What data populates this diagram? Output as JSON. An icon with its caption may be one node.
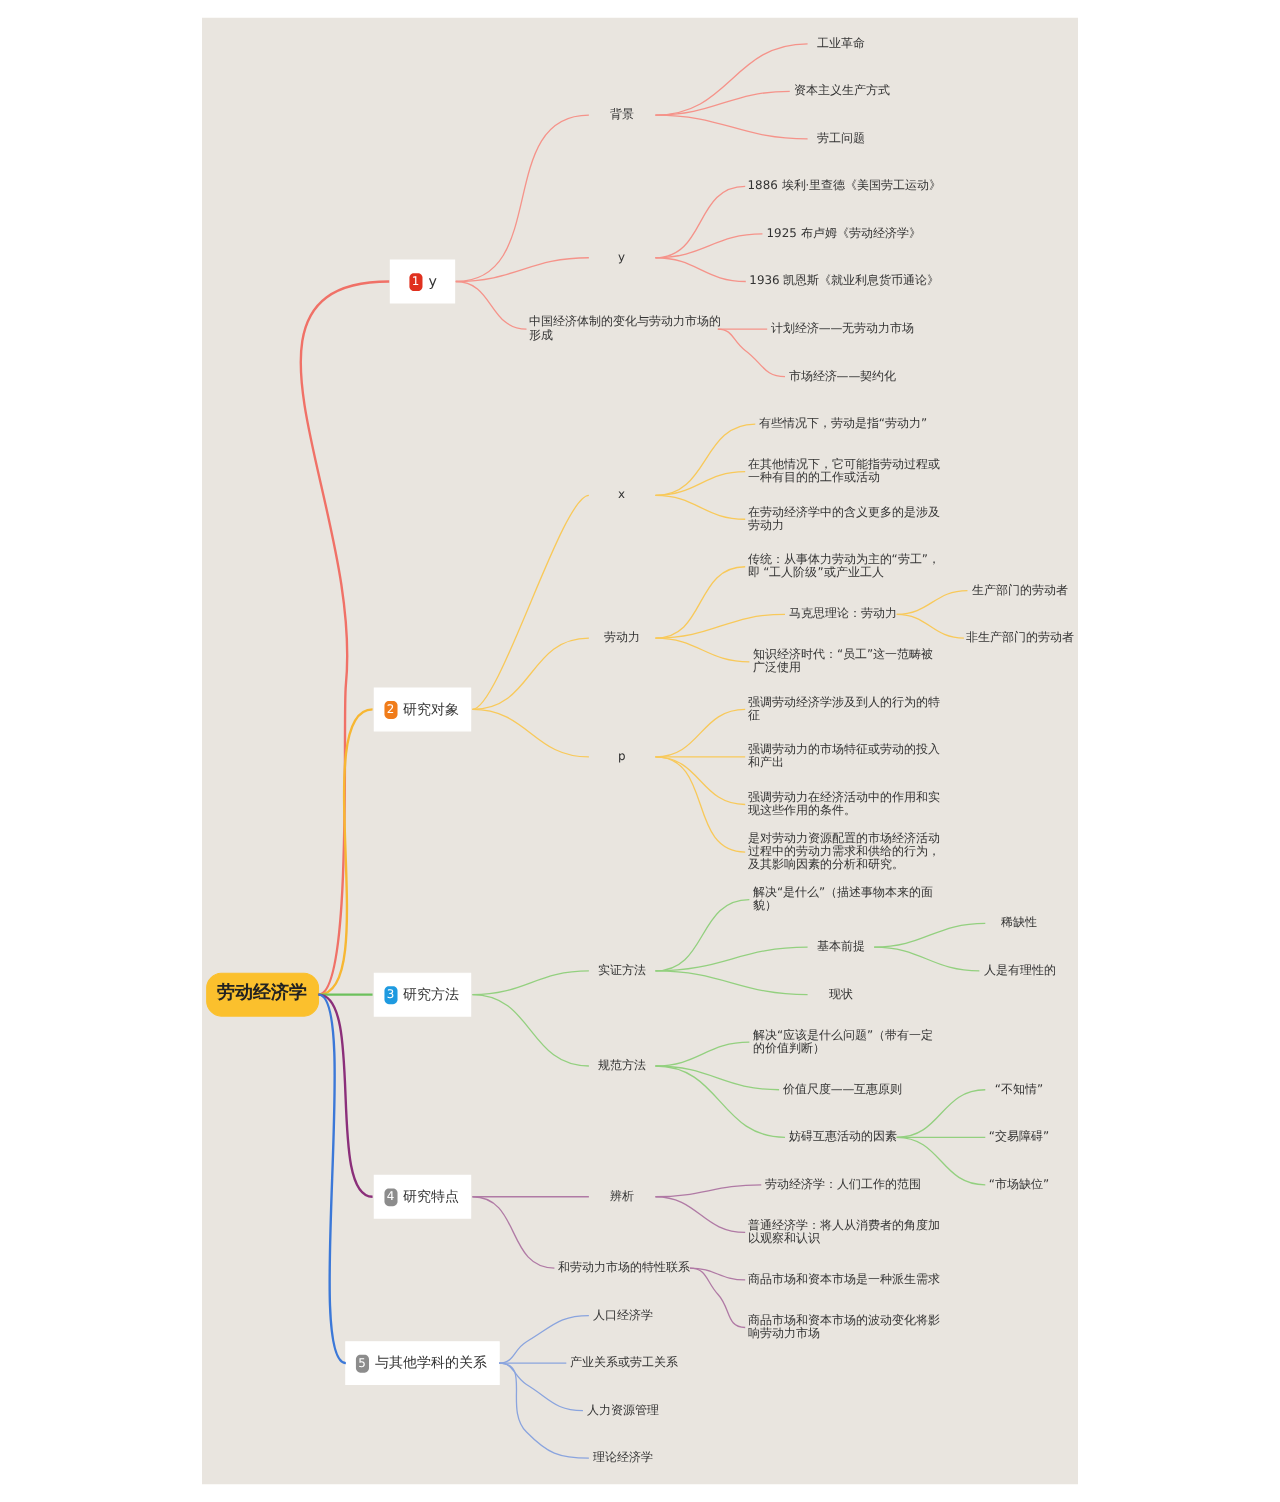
{
  "diagram": {
    "nodes": [
      {
        "text": [
          "劳动经济学"
        ]
      },
      {
        "text": [
          "1",
          "y"
        ]
      },
      {
        "text": [
          "背景"
        ]
      },
      {
        "text": [
          "工业革命"
        ]
      },
      {
        "text": [
          "资本主义生产方式"
        ]
      },
      {
        "text": [
          "劳工问题"
        ]
      },
      {
        "text": [
          "y"
        ]
      },
      {
        "text": [
          "1886 埃利·里查德《美国劳工运动》"
        ]
      },
      {
        "text": [
          "1925 布卢姆《劳动经济学》"
        ]
      },
      {
        "text": [
          "1936 凯恩斯《就业利息货币通论》"
        ]
      },
      {
        "text": [
          "中国经济体制的变化与劳动力市场的形成"
        ]
      },
      {
        "text": [
          "计划经济——无劳动力市场"
        ]
      },
      {
        "text": [
          "市场经济——契约化"
        ]
      },
      {
        "text": [
          "2",
          "研究对象"
        ]
      },
      {
        "text": [
          "x"
        ]
      },
      {
        "text": [
          "有些情况下，劳动是指“劳动力”"
        ]
      },
      {
        "text": [
          "在其他情况下，它可能指劳动过程或一种有目的的工作或活动"
        ]
      },
      {
        "text": [
          "在劳动经济学中的含义更多的是涉及劳动力"
        ]
      },
      {
        "text": [
          "劳动力"
        ]
      },
      {
        "text": [
          "传统：从事体力劳动为主的“劳工”，即 “工人阶级”或产业工人"
        ]
      },
      {
        "text": [
          "马克思理论：劳动力"
        ]
      },
      {
        "text": [
          "生产部门的劳动者"
        ]
      },
      {
        "text": [
          "非生产部门的劳动者"
        ]
      },
      {
        "text": [
          "知识经济时代：“员工”这一范畴被广泛使用"
        ]
      },
      {
        "text": [
          "p"
        ]
      },
      {
        "text": [
          "强调劳动经济学涉及到人的行为的特征"
        ]
      },
      {
        "text": [
          "强调劳动力的市场特征或劳动的投入和产出"
        ]
      },
      {
        "text": [
          "强调劳动力在经济活动中的作用和实现这些作用的条件。"
        ]
      },
      {
        "text": [
          "是对劳动力资源配置的市场经济活动过程中的劳动力需求和供给的行为，及其影响因素的分析和研究。"
        ]
      },
      {
        "text": [
          "3",
          "研究方法"
        ]
      },
      {
        "text": [
          "实证方法"
        ]
      },
      {
        "text": [
          "解决“是什么”（描述事物本来的面貌）"
        ]
      },
      {
        "text": [
          "基本前提"
        ]
      },
      {
        "text": [
          "稀缺性"
        ]
      },
      {
        "text": [
          "人是有理性的"
        ]
      },
      {
        "text": [
          "现状"
        ]
      },
      {
        "text": [
          "规范方法"
        ]
      },
      {
        "text": [
          "解决“应该是什么问题”（带有一定的价值判断）"
        ]
      },
      {
        "text": [
          "价值尺度——互惠原则"
        ]
      },
      {
        "text": [
          "妨碍互惠活动的因素"
        ]
      },
      {
        "text": [
          "“不知情”"
        ]
      },
      {
        "text": [
          "“交易障碍”"
        ]
      },
      {
        "text": [
          "“市场缺位”"
        ]
      },
      {
        "text": [
          "4",
          "研究特点"
        ]
      },
      {
        "text": [
          "辨析"
        ]
      },
      {
        "text": [
          "劳动经济学：人们工作的范围"
        ]
      },
      {
        "text": [
          "普通经济学：将人从消费者的角度加以观察和认识"
        ]
      },
      {
        "text": [
          "和劳动力市场的特性联系"
        ]
      },
      {
        "text": [
          "商品市场和资本市场是一种派生需求"
        ]
      },
      {
        "text": [
          "商品市场和资本市场的波动变化将影响劳动力市场"
        ]
      },
      {
        "text": [
          "5",
          "与其他学科的关系"
        ]
      },
      {
        "text": [
          "人口经济学"
        ]
      },
      {
        "text": [
          "产业关系或劳工关系"
        ]
      },
      {
        "text": [
          "人力资源管理"
        ]
      },
      {
        "text": [
          "理论经济学"
        ]
      }
    ],
    "edges": [
      {
        "from": 0,
        "to": 1,
        "arrow": "none",
        "color": "#f07167"
      },
      {
        "from": 1,
        "to": 2,
        "arrow": "none",
        "color": "#f5938a"
      },
      {
        "from": 2,
        "to": 3,
        "arrow": "none",
        "color": "#f5938a"
      },
      {
        "from": 2,
        "to": 4,
        "arrow": "none",
        "color": "#f5938a"
      },
      {
        "from": 2,
        "to": 5,
        "arrow": "none",
        "color": "#f5938a"
      },
      {
        "from": 1,
        "to": 6,
        "arrow": "none",
        "color": "#f5938a"
      },
      {
        "from": 6,
        "to": 7,
        "arrow": "none",
        "color": "#f5938a"
      },
      {
        "from": 6,
        "to": 8,
        "arrow": "none",
        "color": "#f5938a"
      },
      {
        "from": 6,
        "to": 9,
        "arrow": "none",
        "color": "#f5938a"
      },
      {
        "from": 1,
        "to": 10,
        "arrow": "none",
        "color": "#f5938a"
      },
      {
        "from": 10,
        "to": 11,
        "arrow": "none",
        "color": "#f5938a"
      },
      {
        "from": 10,
        "to": 12,
        "arrow": "none",
        "color": "#f5938a"
      },
      {
        "from": 0,
        "to": 13,
        "arrow": "none",
        "color": "#f7b733"
      },
      {
        "from": 13,
        "to": 14,
        "arrow": "none",
        "color": "#f8c95a"
      },
      {
        "from": 14,
        "to": 15,
        "arrow": "none",
        "color": "#f8c95a"
      },
      {
        "from": 14,
        "to": 16,
        "arrow": "none",
        "color": "#f8c95a"
      },
      {
        "from": 14,
        "to": 17,
        "arrow": "none",
        "color": "#f8c95a"
      },
      {
        "from": 13,
        "to": 18,
        "arrow": "none",
        "color": "#f8c95a"
      },
      {
        "from": 18,
        "to": 19,
        "arrow": "none",
        "color": "#f8c95a"
      },
      {
        "from": 18,
        "to": 20,
        "arrow": "none",
        "color": "#f8c95a"
      },
      {
        "from": 20,
        "to": 21,
        "arrow": "none",
        "color": "#f8c95a"
      },
      {
        "from": 20,
        "to": 22,
        "arrow": "none",
        "color": "#f8c95a"
      },
      {
        "from": 18,
        "to": 23,
        "arrow": "none",
        "color": "#f8c95a"
      },
      {
        "from": 13,
        "to": 24,
        "arrow": "none",
        "color": "#f8c95a"
      },
      {
        "from": 24,
        "to": 25,
        "arrow": "none",
        "color": "#f8c95a"
      },
      {
        "from": 24,
        "to": 26,
        "arrow": "none",
        "color": "#f8c95a"
      },
      {
        "from": 24,
        "to": 27,
        "arrow": "none",
        "color": "#f8c95a"
      },
      {
        "from": 24,
        "to": 28,
        "arrow": "none",
        "color": "#f8c95a"
      },
      {
        "from": 0,
        "to": 29,
        "arrow": "none",
        "color": "#6cc05c"
      },
      {
        "from": 29,
        "to": 30,
        "arrow": "none",
        "color": "#93d07f"
      },
      {
        "from": 30,
        "to": 31,
        "arrow": "none",
        "color": "#93d07f"
      },
      {
        "from": 30,
        "to": 32,
        "arrow": "none",
        "color": "#93d07f"
      },
      {
        "from": 32,
        "to": 33,
        "arrow": "none",
        "color": "#93d07f"
      },
      {
        "from": 32,
        "to": 34,
        "arrow": "none",
        "color": "#93d07f"
      },
      {
        "from": 30,
        "to": 35,
        "arrow": "none",
        "color": "#93d07f"
      },
      {
        "from": 29,
        "to": 36,
        "arrow": "none",
        "color": "#93d07f"
      },
      {
        "from": 36,
        "to": 37,
        "arrow": "none",
        "color": "#93d07f"
      },
      {
        "from": 36,
        "to": 38,
        "arrow": "none",
        "color": "#93d07f"
      },
      {
        "from": 36,
        "to": 39,
        "arrow": "none",
        "color": "#93d07f"
      },
      {
        "from": 39,
        "to": 40,
        "arrow": "none",
        "color": "#93d07f"
      },
      {
        "from": 39,
        "to": 41,
        "arrow": "none",
        "color": "#93d07f"
      },
      {
        "from": 39,
        "to": 42,
        "arrow": "none",
        "color": "#93d07f"
      },
      {
        "from": 0,
        "to": 43,
        "arrow": "none",
        "color": "#8b2f7a"
      },
      {
        "from": 43,
        "to": 44,
        "arrow": "none",
        "color": "#b07aa5"
      },
      {
        "from": 44,
        "to": 45,
        "arrow": "none",
        "color": "#b07aa5"
      },
      {
        "from": 44,
        "to": 46,
        "arrow": "none",
        "color": "#b07aa5"
      },
      {
        "from": 43,
        "to": 47,
        "arrow": "none",
        "color": "#b07aa5"
      },
      {
        "from": 47,
        "to": 48,
        "arrow": "none",
        "color": "#b07aa5"
      },
      {
        "from": 47,
        "to": 49,
        "arrow": "none",
        "color": "#b07aa5"
      },
      {
        "from": 0,
        "to": 50,
        "arrow": "none",
        "color": "#3b78d8"
      },
      {
        "from": 50,
        "to": 51,
        "arrow": "none",
        "color": "#8aa4de"
      },
      {
        "from": 50,
        "to": 52,
        "arrow": "none",
        "color": "#8aa4de"
      },
      {
        "from": 50,
        "to": 53,
        "arrow": "none",
        "color": "#8aa4de"
      },
      {
        "from": 50,
        "to": 54,
        "arrow": "none",
        "color": "#8aa4de"
      }
    ]
  }
}
